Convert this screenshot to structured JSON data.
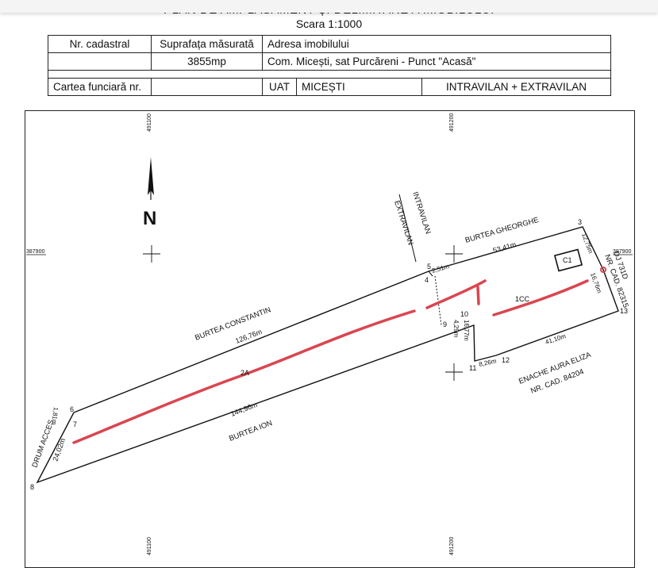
{
  "document": {
    "title": "PLAN DE AMPLASAMENT ȘI DELIMITARE A IMOBILULUI",
    "scale": "Scara 1:1000"
  },
  "info_table": {
    "h_cadastral": "Nr. cadastral",
    "h_surface": "Suprafața măsurată",
    "h_address": "Adresa imobilului",
    "cadastral_value": "",
    "surface_value": "3855mp",
    "address_value": "Com. Micești, sat Purcăreni - Punct \"Acasă\"",
    "carte_label": "Cartea funciară nr.",
    "carte_value": "",
    "uat_label": "UAT",
    "uat_value": "MICEȘTI",
    "zone_value": "INTRAVILAN + EXTRAVILAN"
  },
  "grid": {
    "x_left": "491100",
    "x_right": "491200",
    "y_label": "387900"
  },
  "north_label": "N",
  "zones": {
    "intravilan": "INTRAVILAN",
    "extravilan": "EXTRAVILAN"
  },
  "neighbors": {
    "north_left": "BURTEA CONSTANTIN",
    "north_right": "BURTEA GHEORGHE",
    "south": "BURTEA ION",
    "west": "DRUM ACCES",
    "east_line1": "DJ 731D",
    "east_line2": "NR. CAD. 82315",
    "southeast_line1": "ENACHE AURA ELIZA",
    "southeast_line2": "NR. CAD. 84204"
  },
  "distances": {
    "d_5_3": "53,41m",
    "d_6_5": "126,76m",
    "d_8_13": "144,96m",
    "d_8_6": "24,02m",
    "d_6_7": "1,81m",
    "d_4_5": "2,51m",
    "d_3_east": "12,75m",
    "d_east_13": "16,76m",
    "d_9_10": "4,29m",
    "d_10_11": "16,77m",
    "d_11_12": "8,26m",
    "d_12_13": "41,10m"
  },
  "points": {
    "p3": "3",
    "p4": "4",
    "p5": "5",
    "p6": "6",
    "p7": "7",
    "p8": "8",
    "p9": "9",
    "p10": "10",
    "p11": "11",
    "p12": "12",
    "p13": "13"
  },
  "parcels": {
    "a": "2A",
    "c1": "C1",
    "cc": "1CC"
  },
  "colors": {
    "annotation": "#d94650",
    "line": "#111111"
  }
}
